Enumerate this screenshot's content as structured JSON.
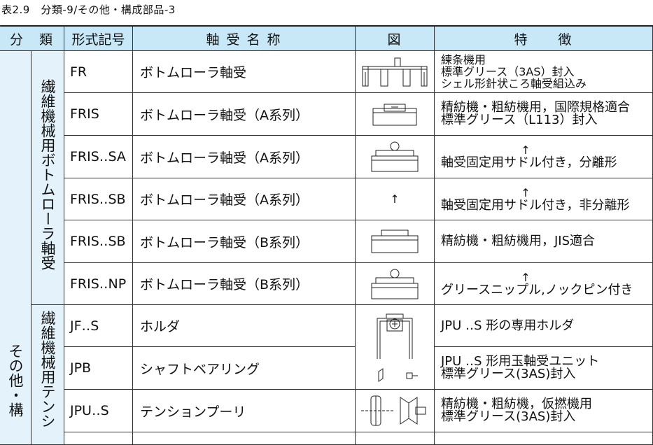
{
  "caption": "表2.9　分類-9/その他・構成部品-3",
  "header": {
    "bunrui": "分　類",
    "keishiki": "形式記号",
    "name": "軸 受 名 称",
    "zu": "図",
    "tokucho": "特　　徴"
  },
  "group_outer": "その他・構",
  "group_a": "繊維機械用ボトムローラ軸受",
  "group_b": "繊維機械用テンシ",
  "rows": [
    {
      "code": "FR",
      "name": "ボトムローラ軸受",
      "f1": "練条機用",
      "f2": "標準グリース（3AS）封入",
      "f3": "シェル形針状ころ軸受組込み"
    },
    {
      "code": "FRIS",
      "name": "ボトムローラ軸受（A系列）",
      "f1": "精紡機・粗紡機用，国際規格適合",
      "f2": "標準グリース（L113）封入"
    },
    {
      "code": "FRIS‥SA",
      "name": "ボトムローラ軸受（A系列）",
      "arrow": "↑",
      "f1": "軸受固定用サドル付き，分離形"
    },
    {
      "code": "FRIS‥SB",
      "name": "ボトムローラ軸受（A系列）",
      "fig_arrow": "↑",
      "arrow": "↑",
      "f1": "軸受固定用サドル付き，非分離形"
    },
    {
      "code": "FRIS‥SB",
      "name": "ボトムローラ軸受（B系列）",
      "f1": "精紡機・粗紡機用，JIS適合"
    },
    {
      "code": "FRIS‥NP",
      "name": "ボトムローラ軸受（B系列）",
      "arrow": "↑",
      "f1": "グリースニップル,ノックピン付き"
    },
    {
      "code": "JF‥S",
      "name": "ホルダ",
      "f1": "JPU ‥S 形の専用ホルダ"
    },
    {
      "code": "JPB",
      "name": "シャフトベアリング",
      "f1": "JPU ‥S 形用玉軸受ユニット",
      "f2": "標準グリース(3AS)封入"
    },
    {
      "code": "JPU‥S",
      "name": "テンションプーリ",
      "f1": "精紡機・粗紡機，仮撚機用",
      "f2": "標準グリース(3AS)封入"
    }
  ]
}
